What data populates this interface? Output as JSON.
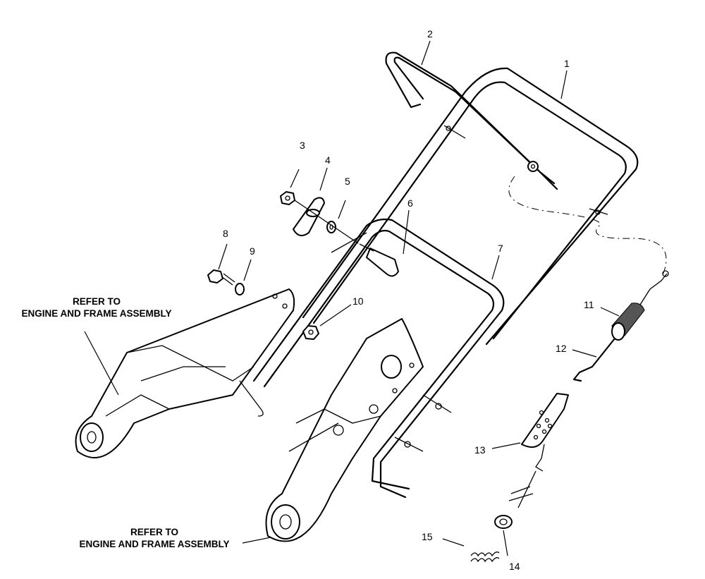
{
  "callouts": [
    {
      "id": "1",
      "label": "1"
    },
    {
      "id": "2",
      "label": "2"
    },
    {
      "id": "3",
      "label": "3"
    },
    {
      "id": "4",
      "label": "4"
    },
    {
      "id": "5",
      "label": "5"
    },
    {
      "id": "6",
      "label": "6"
    },
    {
      "id": "7",
      "label": "7"
    },
    {
      "id": "8",
      "label": "8"
    },
    {
      "id": "9",
      "label": "9"
    },
    {
      "id": "10",
      "label": "10"
    },
    {
      "id": "11",
      "label": "11"
    },
    {
      "id": "12",
      "label": "12"
    },
    {
      "id": "13",
      "label": "13"
    },
    {
      "id": "14",
      "label": "14"
    },
    {
      "id": "15",
      "label": "15"
    }
  ],
  "notes": {
    "left": {
      "line1": "REFER TO",
      "line2": "ENGINE AND FRAME ASSEMBLY"
    },
    "bottom": {
      "line1": "REFER TO",
      "line2": "ENGINE AND FRAME ASSEMBLY"
    }
  }
}
